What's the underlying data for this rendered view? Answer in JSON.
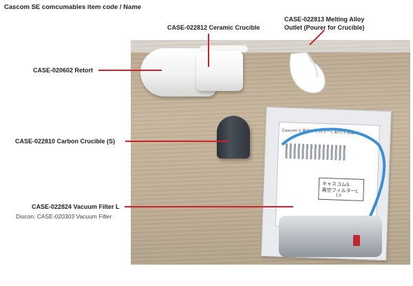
{
  "header": {
    "title": "Cascom SE comcumables item code / Name"
  },
  "labels": {
    "ceramic": "CASE-022812 Ceramic Crucible",
    "outlet_line1": "CASE-022813 Melting Alloy",
    "outlet_line2": "Outlet (Pourer for Crucible)",
    "retort": "CASE-020602 Retort",
    "carbon": "CASE-022810 Carbon Crucible (S)",
    "filter": "CASE-022824 Vacuum Filter L",
    "filter_sub": "Discon: CASE-020303 Vacuum Filter"
  },
  "bag_text": {
    "header": "Cascom S 真空フィルターL  取付手順書",
    "sticker_brand": "キャスコムS",
    "sticker_name": "真空フィルターL",
    "sticker_qty": "1 p"
  },
  "colors": {
    "callout_line": "#d0202a"
  }
}
